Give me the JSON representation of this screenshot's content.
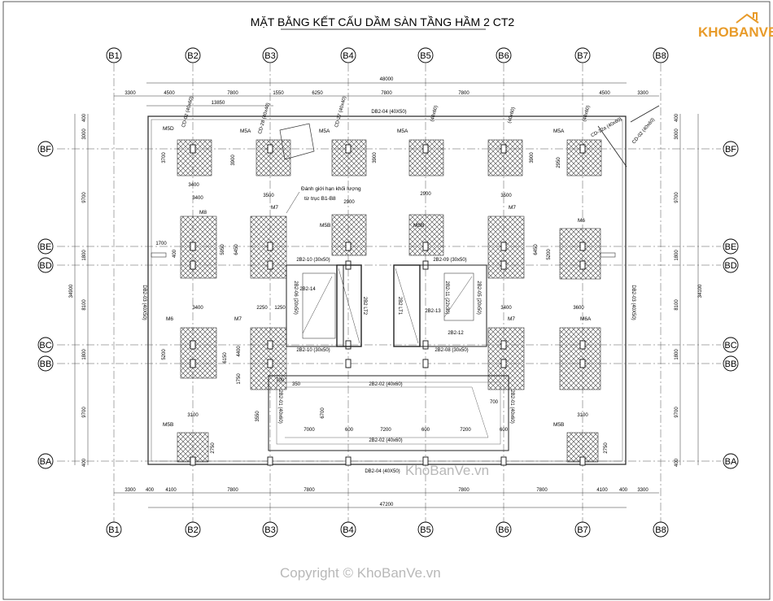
{
  "title": "MẶT BẰNG KẾT CẤU DẦM SÀN TẦNG HẦM 2 CT2",
  "logo": {
    "text": "KHOBANVE",
    "color": "#e89b2a"
  },
  "watermarks": {
    "center": "KhoBanVe.vn",
    "copyright": "Copyright © KhoBanVe.vn"
  },
  "grid_axes": {
    "columns": [
      "B1",
      "B2",
      "B3",
      "B4",
      "B5",
      "B6",
      "B7",
      "B8"
    ],
    "rows": [
      "BF",
      "BE",
      "BD",
      "BC",
      "BB",
      "BA"
    ]
  },
  "dimensions": {
    "top_total": "48000",
    "top_spans": [
      "3300",
      "4500",
      "7800",
      "1550",
      "6250",
      "7800",
      "7800",
      "4500",
      "3300"
    ],
    "top_sub": "13850",
    "bottom_total": "47200",
    "bottom_spans": [
      "3300",
      "400",
      "4100",
      "7800",
      "7800",
      "7800",
      "7800",
      "4100",
      "400",
      "3300"
    ],
    "left_spans": [
      "400",
      "3000",
      "9700",
      "1800",
      "8100",
      "1800",
      "9700",
      "400"
    ],
    "left_total": "34900",
    "right_spans": [
      "400",
      "3000",
      "9700",
      "1800",
      "8100",
      "1800",
      "9700",
      "400"
    ],
    "right_total": "34100"
  },
  "pads": {
    "labels": [
      "M5D",
      "M5A",
      "M5A",
      "M5A",
      "M5A",
      "M8",
      "M7",
      "M5B",
      "M5B",
      "M7",
      "M6",
      "M6",
      "M7",
      "M7",
      "M6A",
      "M5B",
      "M5B"
    ],
    "dims": [
      "3700",
      "3400",
      "3400",
      "3500",
      "3500",
      "2900",
      "2900",
      "3900",
      "3900",
      "5950",
      "6450",
      "5200",
      "6450",
      "3400",
      "3400",
      "3600",
      "2250",
      "1250",
      "5200",
      "6150",
      "4400",
      "1750",
      "3550",
      "3100",
      "3100",
      "2750",
      "2750",
      "3900",
      "2950"
    ]
  },
  "beams": {
    "db_top": "DB2-04 (40X50)",
    "db_bottom": "DB2-04 (40X50)",
    "db_left": "DB2-03 (40X50)",
    "db_right": "DB2-03 (40X50)",
    "cd_labels": [
      "CD-02 (40x60)",
      "CD-28 (40x40)",
      "CD-27 (40x40)",
      "(40x60)",
      "(40x60)",
      "(40x60)",
      "CD-12a (40x60)",
      "CD-02 (40x60)"
    ],
    "core": [
      "2B2-10 (30x50)",
      "2B2-09 (30x50)",
      "2B2-14",
      "2B2-13",
      "2B2-12",
      "2B2-10 (30x50)",
      "2B2-08 (30x50)",
      "2B2 LT2",
      "2B2 LT1",
      "2B2-11 (22x30)",
      "2B2-06 (20x50)",
      "2B2-05 (20x50)"
    ],
    "ramp": [
      "2B2-02 (40x60)",
      "2B2-02 (40x60)",
      "2B2-01 (40x60)",
      "2B2-01 (40x60)"
    ],
    "ramp_dims": [
      "700",
      "350",
      "6700",
      "7000",
      "600",
      "7200",
      "600",
      "7200",
      "600",
      "700"
    ]
  },
  "note": [
    "Đánh giới hạn khối lượng",
    "từ trục B1-B8"
  ],
  "misc": [
    "1700",
    "400"
  ]
}
